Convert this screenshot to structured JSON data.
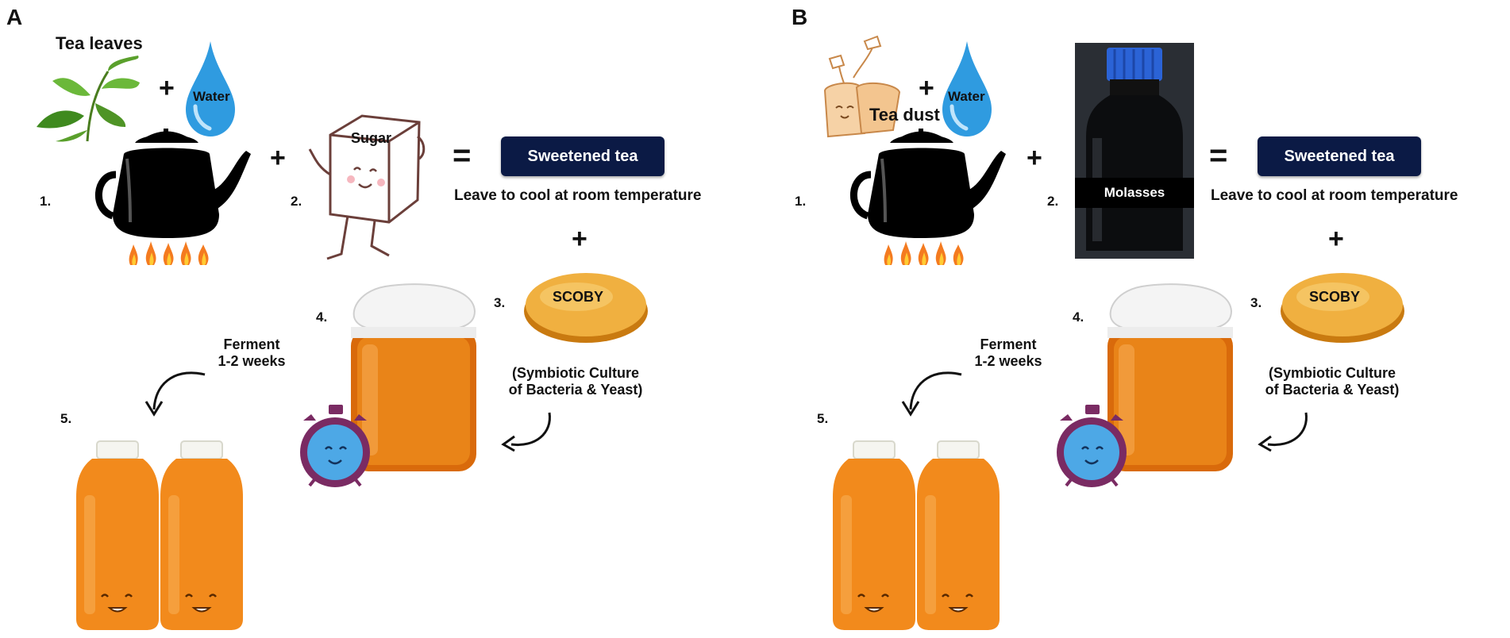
{
  "panel_a": {
    "letter": "A",
    "tea_label": "Tea leaves",
    "water_label": "Water",
    "sugar_label": "Sugar",
    "sweetened_label": "Sweetened tea",
    "cool_note": "Leave to cool at room temperature",
    "scoby_label": "SCOBY",
    "scoby_desc_1": "(Symbiotic Culture",
    "scoby_desc_2": "of Bacteria & Yeast)",
    "ferment_1": "Ferment",
    "ferment_2": "1-2 weeks",
    "step1": "1.",
    "step2": "2.",
    "step3": "3.",
    "step4": "4.",
    "step5": "5."
  },
  "panel_b": {
    "letter": "B",
    "tea_label": "Tea dust",
    "water_label": "Water",
    "molasses_label": "Molasses",
    "sweetened_label": "Sweetened tea",
    "cool_note": "Leave to cool at room temperature",
    "scoby_label": "SCOBY",
    "scoby_desc_1": "(Symbiotic Culture",
    "scoby_desc_2": "of Bacteria & Yeast)",
    "ferment_1": "Ferment",
    "ferment_2": "1-2 weeks",
    "step1": "1.",
    "step2": "2.",
    "step3": "3.",
    "step4": "4.",
    "step5": "5."
  },
  "symbols": {
    "plus": "+",
    "equals": "="
  },
  "colors": {
    "label_bg": "#0b1a45",
    "tea_orange": "#f08a1e",
    "scoby": "#e8a22a",
    "water": "#2f9be0",
    "leaf": "#5aa02c"
  }
}
